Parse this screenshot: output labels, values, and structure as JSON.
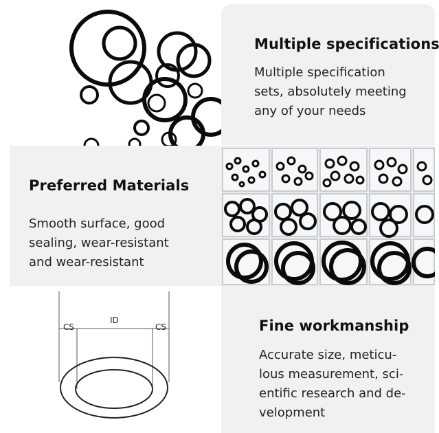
{
  "sections": {
    "multiple": {
      "heading": "Multiple specifications",
      "body": "Multiple specification\nsets, absolutely meeting\nany of your needs"
    },
    "preferred": {
      "heading": "Preferred Materials",
      "body": "Smooth surface, good\nsealing, wear-resistant\nand wear-resistant"
    },
    "fine": {
      "heading": "Fine workmanship",
      "body": "Accurate size, meticu-\nlous measurement, sci-\nentific research and de-\nvelopment"
    }
  },
  "diagram": {
    "id_label": "ID",
    "cs_left_label": "CS",
    "cs_right_label": "CS"
  },
  "colors": {
    "panel": "#f1f1f1",
    "ring": "#0b0b0b",
    "box_cell": "#f4f6f7"
  }
}
